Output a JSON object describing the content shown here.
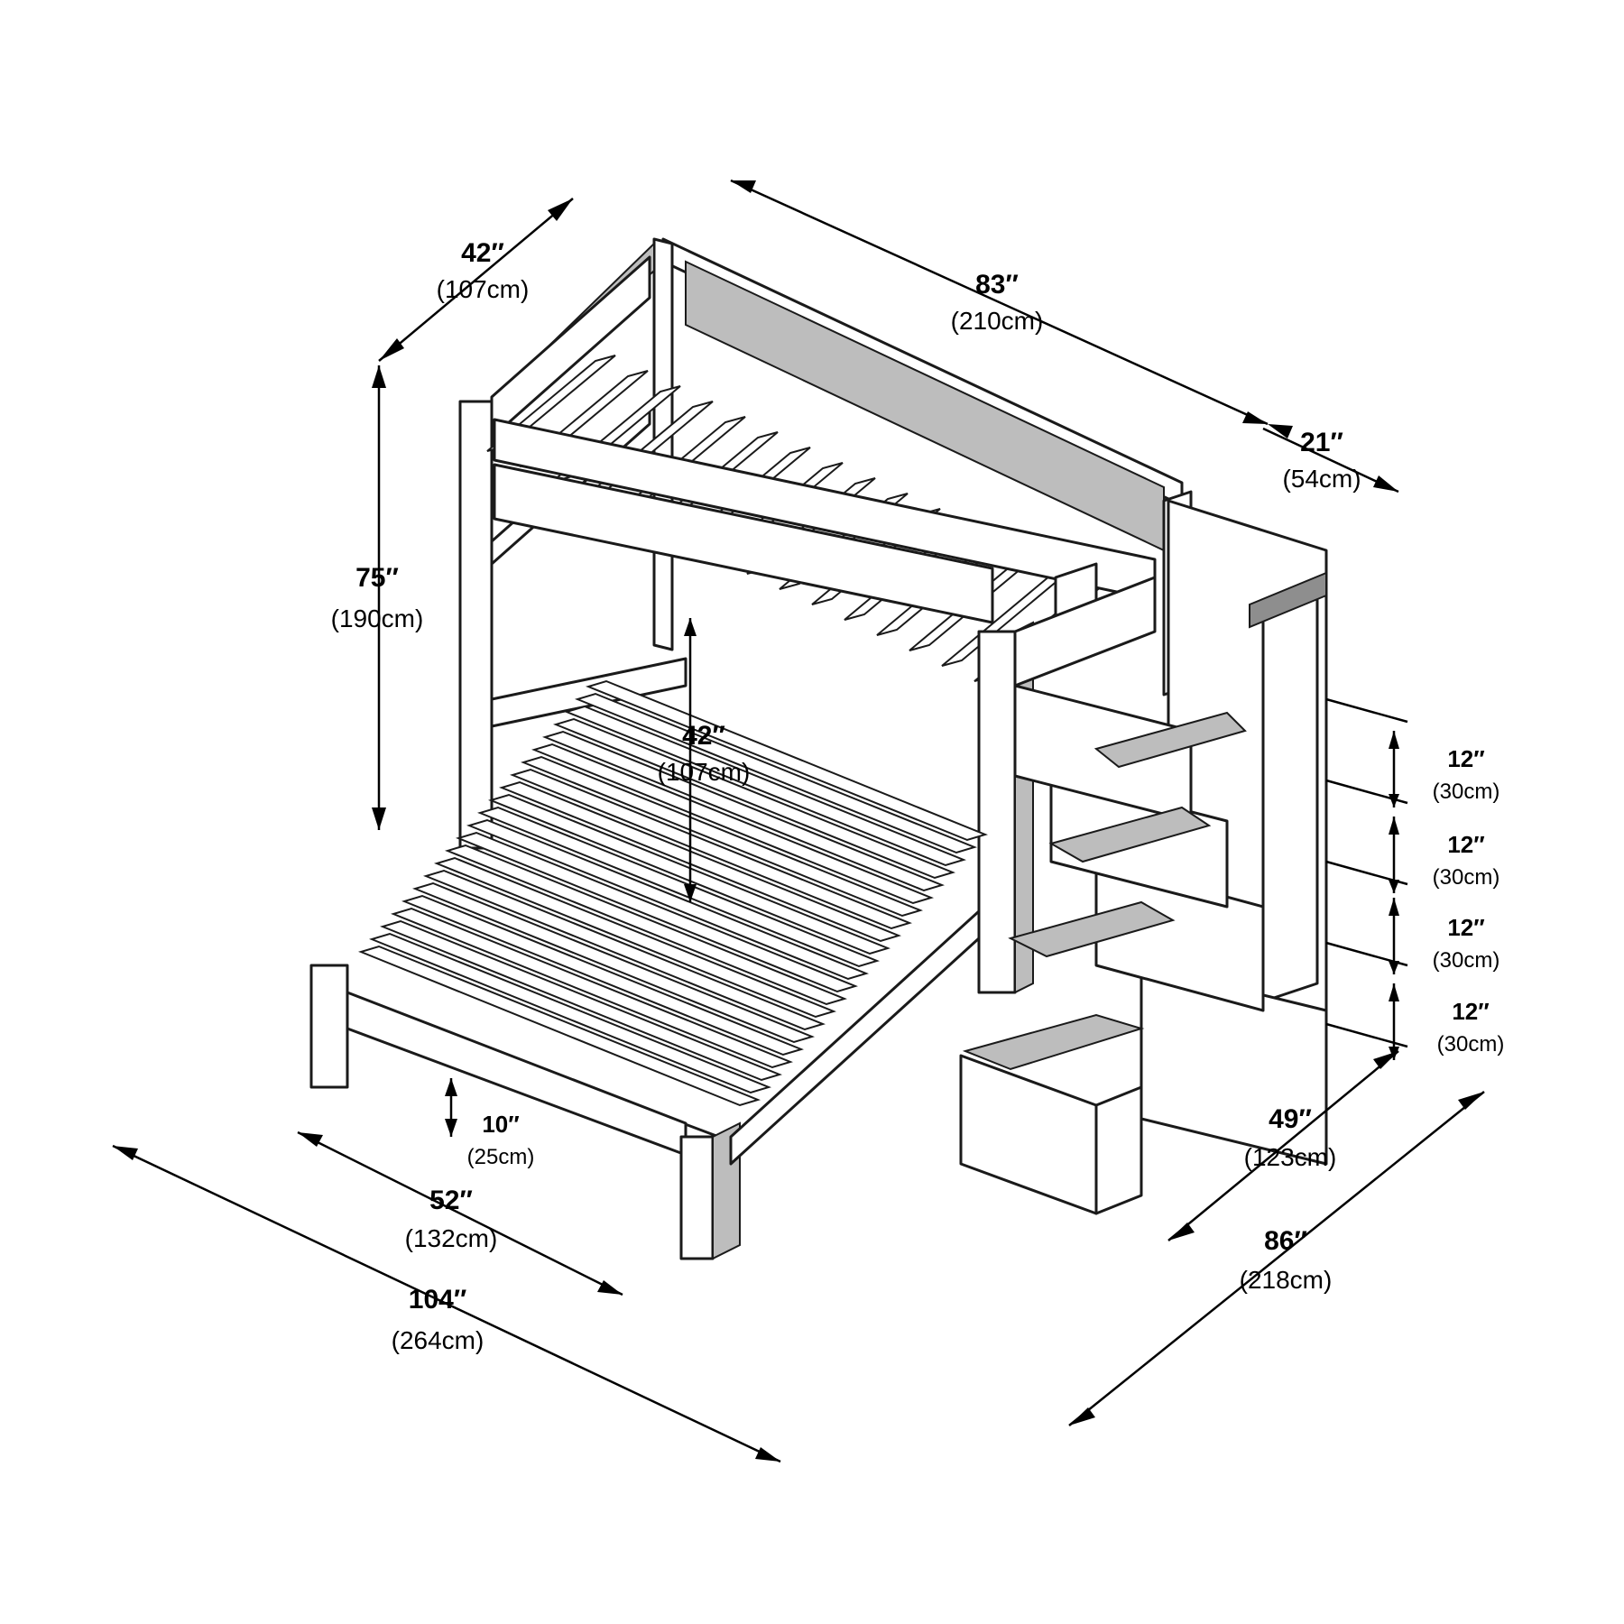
{
  "dimensions": {
    "top_width": {
      "imperial": "42″",
      "metric": "(107cm)"
    },
    "top_length": {
      "imperial": "83″",
      "metric": "(210cm)"
    },
    "rail_height": {
      "imperial": "21″",
      "metric": "(54cm)"
    },
    "total_height": {
      "imperial": "75″",
      "metric": "(190cm)"
    },
    "clearance": {
      "imperial": "42″",
      "metric": "(107cm)"
    },
    "step_1": {
      "imperial": "12″",
      "metric": "(30cm)"
    },
    "step_2": {
      "imperial": "12″",
      "metric": "(30cm)"
    },
    "step_3": {
      "imperial": "12″",
      "metric": "(30cm)"
    },
    "step_4": {
      "imperial": "12″",
      "metric": "(30cm)"
    },
    "foot_height": {
      "imperial": "10″",
      "metric": "(25cm)"
    },
    "bottom_width": {
      "imperial": "52″",
      "metric": "(132cm)"
    },
    "overall_length": {
      "imperial": "104″",
      "metric": "(264cm)"
    },
    "stair_depth": {
      "imperial": "49″",
      "metric": "(123cm)"
    },
    "overall_depth": {
      "imperial": "86″",
      "metric": "(218cm)"
    }
  }
}
